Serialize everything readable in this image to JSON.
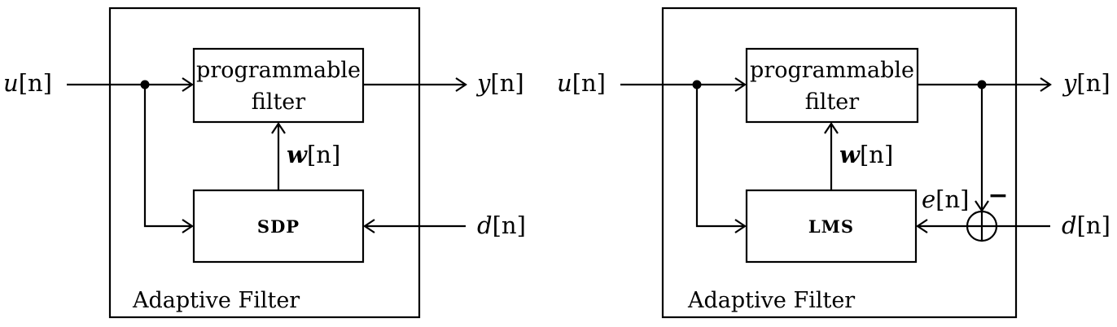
{
  "left_diagram": {
    "container_label": "Adaptive Filter",
    "filter_label_line1": "programmable",
    "filter_label_line2": "filter",
    "algorithm_label": "SDP",
    "weight_signal": {
      "symbol": "w",
      "index": "[n]"
    },
    "input_signal": {
      "symbol": "u",
      "index": "[n]"
    },
    "output_signal": {
      "symbol": "y",
      "index": "[n]"
    },
    "desired_signal": {
      "symbol": "d",
      "index": "[n]"
    }
  },
  "right_diagram": {
    "container_label": "Adaptive Filter",
    "filter_label_line1": "programmable",
    "filter_label_line2": "filter",
    "algorithm_label": "LMS",
    "weight_signal": {
      "symbol": "w",
      "index": "[n]"
    },
    "input_signal": {
      "symbol": "u",
      "index": "[n]"
    },
    "output_signal": {
      "symbol": "y",
      "index": "[n]"
    },
    "desired_signal": {
      "symbol": "d",
      "index": "[n]"
    },
    "error_signal": {
      "symbol": "e",
      "index": "[n]"
    },
    "minus_sign": "−"
  }
}
